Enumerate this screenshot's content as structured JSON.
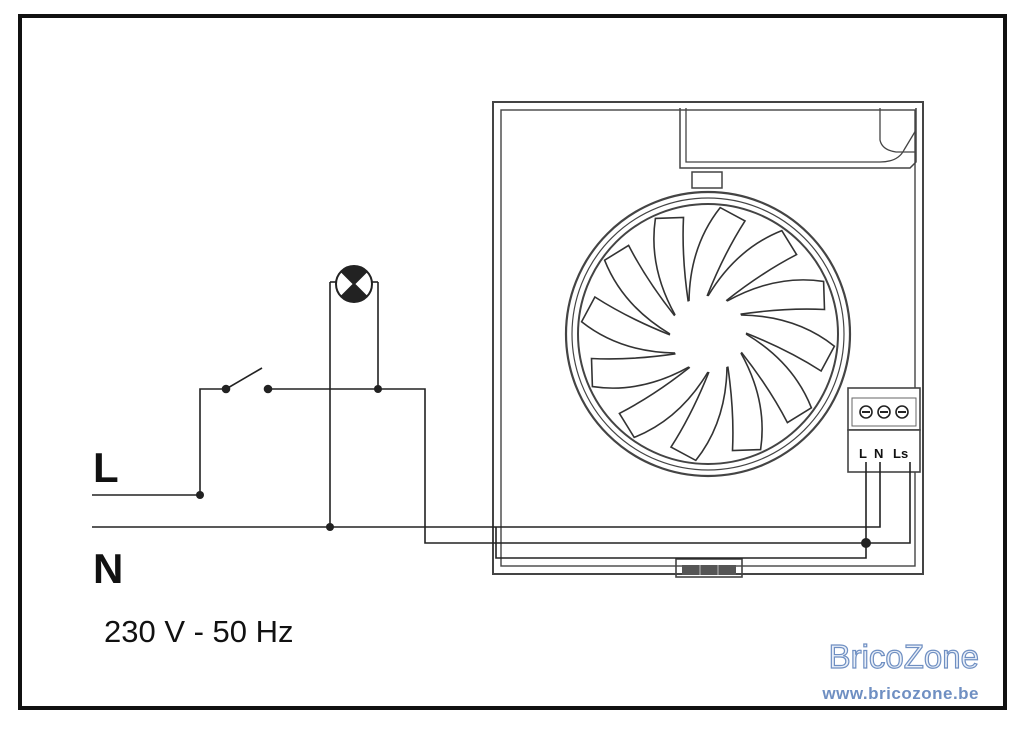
{
  "labels": {
    "live": "L",
    "neutral": "N",
    "voltage": "230 V - 50 Hz"
  },
  "terminals": [
    "L",
    "N",
    "Ls"
  ],
  "watermark": {
    "brand": "BricoZone",
    "url": "www.bricozone.be"
  }
}
